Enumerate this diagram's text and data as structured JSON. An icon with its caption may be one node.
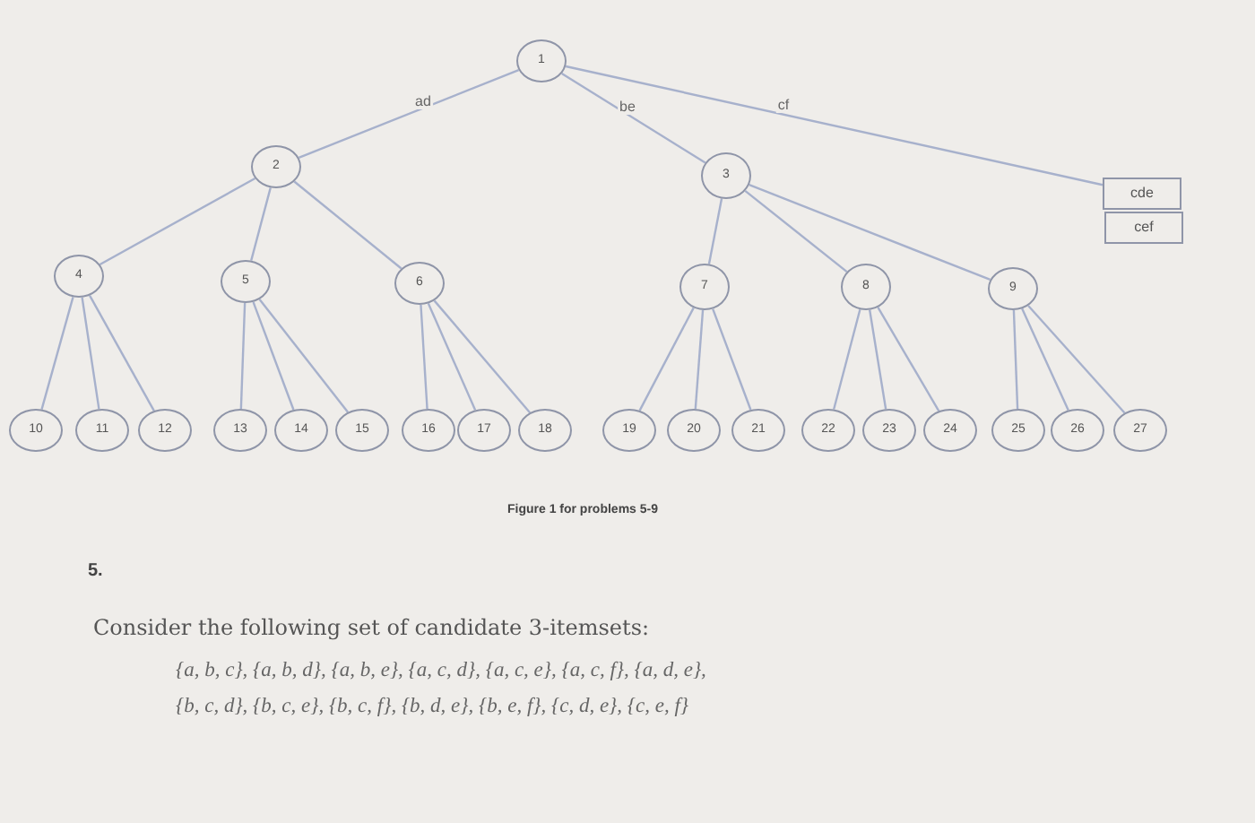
{
  "diagram": {
    "caption": "Figure 1 for problems 5-9",
    "nodes": [
      {
        "text": [
          "1"
        ]
      },
      {
        "text": [
          "2"
        ]
      },
      {
        "text": [
          "3"
        ]
      },
      {
        "text": [
          "4"
        ]
      },
      {
        "text": [
          "5"
        ]
      },
      {
        "text": [
          "6"
        ]
      },
      {
        "text": [
          "7"
        ]
      },
      {
        "text": [
          "8"
        ]
      },
      {
        "text": [
          "9"
        ]
      },
      {
        "text": [
          "10"
        ]
      },
      {
        "text": [
          "11"
        ]
      },
      {
        "text": [
          "12"
        ]
      },
      {
        "text": [
          "13"
        ]
      },
      {
        "text": [
          "14"
        ]
      },
      {
        "text": [
          "15"
        ]
      },
      {
        "text": [
          "16"
        ]
      },
      {
        "text": [
          "17"
        ]
      },
      {
        "text": [
          "18"
        ]
      },
      {
        "text": [
          "19"
        ]
      },
      {
        "text": [
          "20"
        ]
      },
      {
        "text": [
          "21"
        ]
      },
      {
        "text": [
          "22"
        ]
      },
      {
        "text": [
          "23"
        ]
      },
      {
        "text": [
          "24"
        ]
      },
      {
        "text": [
          "25"
        ]
      },
      {
        "text": [
          "26"
        ]
      },
      {
        "text": [
          "27"
        ]
      },
      {
        "text": [
          "cde"
        ]
      },
      {
        "text": [
          "cef"
        ]
      }
    ],
    "edges": [
      {
        "from": 0,
        "to": 1,
        "arrow": "none",
        "label": "ad"
      },
      {
        "from": 0,
        "to": 2,
        "arrow": "none",
        "label": "be"
      },
      {
        "from": 0,
        "to": 27,
        "arrow": "none",
        "label": "cf"
      },
      {
        "from": 1,
        "to": 3,
        "arrow": "none"
      },
      {
        "from": 1,
        "to": 4,
        "arrow": "none"
      },
      {
        "from": 1,
        "to": 5,
        "arrow": "none"
      },
      {
        "from": 2,
        "to": 6,
        "arrow": "none"
      },
      {
        "from": 2,
        "to": 7,
        "arrow": "none"
      },
      {
        "from": 2,
        "to": 8,
        "arrow": "none"
      },
      {
        "from": 3,
        "to": 9,
        "arrow": "none"
      },
      {
        "from": 3,
        "to": 10,
        "arrow": "none"
      },
      {
        "from": 3,
        "to": 11,
        "arrow": "none"
      },
      {
        "from": 4,
        "to": 12,
        "arrow": "none"
      },
      {
        "from": 4,
        "to": 13,
        "arrow": "none"
      },
      {
        "from": 4,
        "to": 14,
        "arrow": "none"
      },
      {
        "from": 5,
        "to": 15,
        "arrow": "none"
      },
      {
        "from": 5,
        "to": 16,
        "arrow": "none"
      },
      {
        "from": 5,
        "to": 17,
        "arrow": "none"
      },
      {
        "from": 6,
        "to": 18,
        "arrow": "none"
      },
      {
        "from": 6,
        "to": 19,
        "arrow": "none"
      },
      {
        "from": 6,
        "to": 20,
        "arrow": "none"
      },
      {
        "from": 7,
        "to": 21,
        "arrow": "none"
      },
      {
        "from": 7,
        "to": 22,
        "arrow": "none"
      },
      {
        "from": 7,
        "to": 23,
        "arrow": "none"
      },
      {
        "from": 8,
        "to": 24,
        "arrow": "none"
      },
      {
        "from": 8,
        "to": 25,
        "arrow": "none"
      },
      {
        "from": 8,
        "to": 26,
        "arrow": "none"
      }
    ],
    "labels": [
      "5.",
      "Consider the following set of candidate 3-itemsets:",
      "{a, b, c}, {a, b, d}, {a, b, e}, {a, c, d}, {a, c, e}, {a, c, f}, {a, d, e},",
      "{b, c, d}, {b, c, e}, {b, c, f}, {b, d, e}, {b, e, f}, {c, d, e}, {c, e, f}"
    ]
  }
}
